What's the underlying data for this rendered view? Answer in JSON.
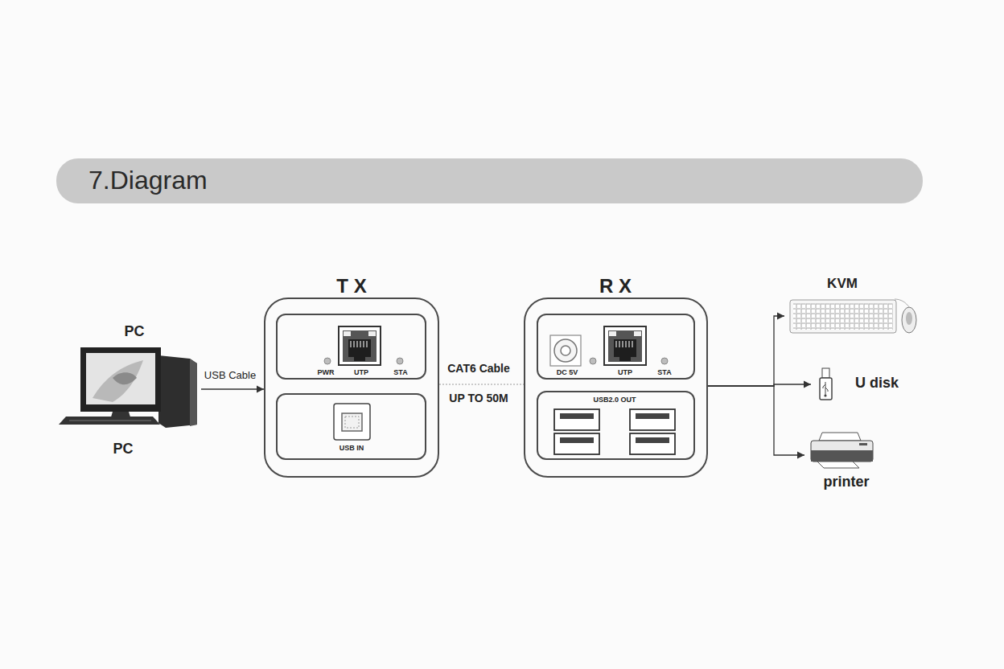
{
  "diagram": {
    "title": "7.Diagram",
    "nodes": [
      {
        "text": [
          "PC",
          "PC"
        ]
      },
      {
        "text": [
          "T X"
        ]
      },
      {
        "text": [
          "PWR",
          "UTP",
          "STA"
        ],
        "in": 1
      },
      {
        "text": [
          "USB IN"
        ],
        "in": 1
      },
      {
        "text": [
          "R X"
        ]
      },
      {
        "text": [
          "DC 5V",
          "UTP",
          "STA"
        ],
        "in": 4
      },
      {
        "text": [
          "USB2.0 OUT"
        ],
        "in": 4
      },
      {
        "text": [
          "KVM"
        ]
      },
      {
        "text": [
          "U disk"
        ]
      },
      {
        "text": [
          "printer"
        ]
      }
    ],
    "edges": [
      {
        "from": 0,
        "to": 1,
        "label": "USB Cable",
        "arrow": "to"
      },
      {
        "from": 1,
        "to": 4,
        "label": "CAT6 Cable",
        "arrow": "none"
      },
      {
        "from": 4,
        "to": 7,
        "arrow": "to"
      },
      {
        "from": 4,
        "to": 8,
        "arrow": "to"
      },
      {
        "from": 4,
        "to": 9,
        "arrow": "to"
      }
    ],
    "labels": [
      "UP TO 50M"
    ]
  }
}
